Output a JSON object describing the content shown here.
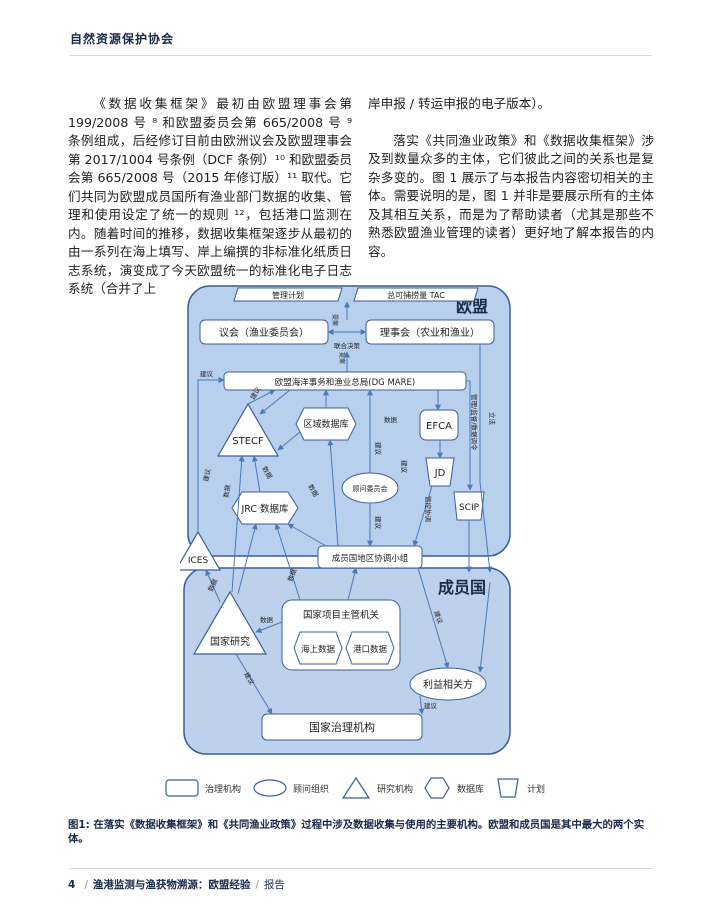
{
  "header": {
    "title": "自然资源保护协会"
  },
  "body": {
    "left_paragraph": "《数据收集框架》最初由欧盟理事会第 199/2008 号 ⁸ 和欧盟委员会第 665/2008 号 ⁹ 条例组成，后经修订目前由欧洲议会及欧盟理事会第 2017/1004 号条例（DCF 条例）¹⁰ 和欧盟委员会第 665/2008 号（2015 年修订版）¹¹ 取代。它们共同为欧盟成员国所有渔业部门数据的收集、管理和使用设定了统一的规则 ¹²，包括港口监测在内。随着时间的推移，数据收集框架逐步从最初的由一系列在海上填写、岸上编撰的非标准化纸质日志系统，演变成了今天欧盟统一的标准化电子日志系统（合并了上",
    "right_paragraph_1": "岸申报 / 转运申报的电子版本）。",
    "right_paragraph_2": "落实《共同渔业政策》和《数据收集框架》涉及到数量众多的主体，它们彼此之间的关系也是复杂多变的。图 1 展示了与本报告内容密切相关的主体。需要说明的是，图 1 并非是要展示所有的主体及其相互关系，而是为了帮助读者（尤其是那些不熟悉欧盟渔业管理的读者）更好地了解本报告的内容。"
  },
  "diagram": {
    "region_eu": "欧盟",
    "region_member": "成员国",
    "plan_management": "管理计划",
    "plan_tac": "总可捕捞量 TAC",
    "parliament": "议会（渔业委员会）",
    "council": "理事会（农业和渔业）",
    "codecision": "联合决策",
    "dg_mare": "欧盟海洋事务和渔业总局(DG MARE)",
    "stecf": "STECF",
    "regional_db": "区域数据库",
    "efca": "EFCA",
    "jd": "JD",
    "scip": "SCIP",
    "advisory_council": "顾问委员会",
    "jrc_db": "JRC 数据库",
    "ices": "ICES",
    "regional_coord": "成员国地区协调小组",
    "national_research": "国家研究",
    "national_program": "国家项目主管机关",
    "sea_data": "海上数据",
    "port_data": "港口数据",
    "stakeholders": "利益相关方",
    "national_governance": "国家治理机构",
    "lbl_suggest": "建议",
    "lbl_data": "数据",
    "lbl_legislate": "立法",
    "lbl_proposal": "提案",
    "lbl_mgmt": "管理/监督/数据调令",
    "lbl_control_coord": "管控协调"
  },
  "legend": {
    "governance": "治理机构",
    "advisory": "顾问组织",
    "research": "研究机构",
    "database": "数据库",
    "plan": "计划"
  },
  "caption": "图1: 在落实《数据收集框架》和《共同渔业政策》过程中涉及数据收集与使用的主要机构。欧盟和成员国是其中最大的两个实体。",
  "footer": {
    "page": "4",
    "title": "渔港监测与渔获物溯源：欧盟经验",
    "type": "报告"
  },
  "colors": {
    "eu_fill": "#b9cfee",
    "member_fill": "#bdd0ec",
    "stroke": "#3b5f97",
    "arrow": "#4a78b8",
    "box_fill": "#ffffff",
    "text_navy": "#1a2b4a"
  }
}
